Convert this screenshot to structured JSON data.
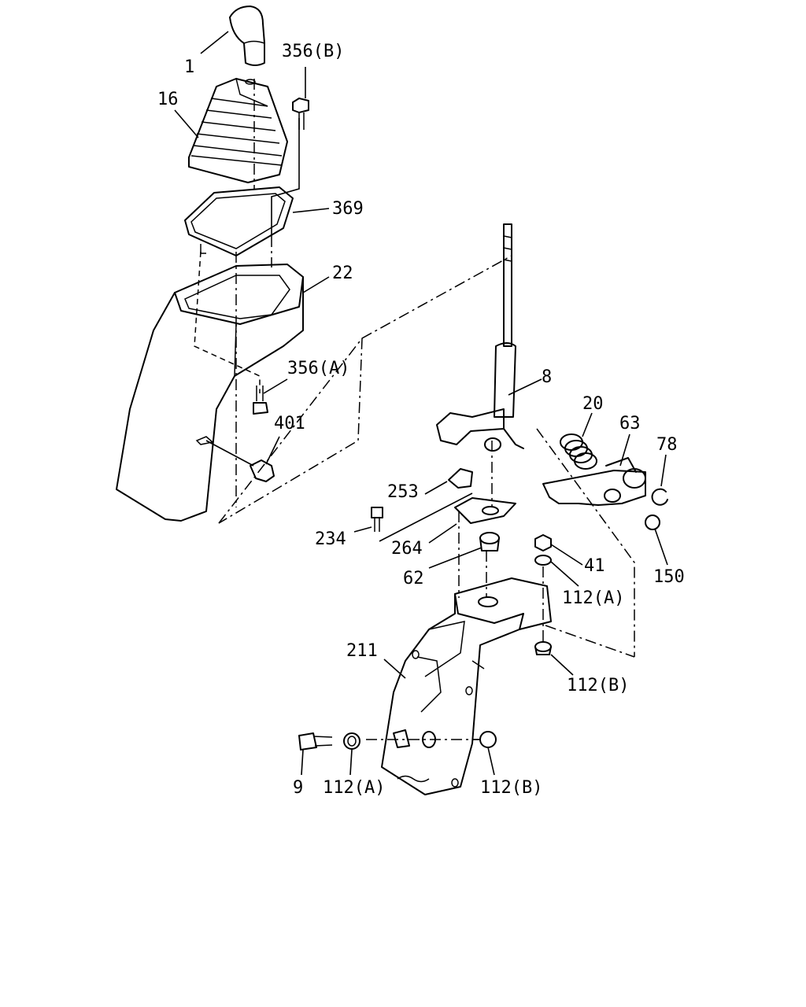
{
  "callouts": {
    "p1": "1",
    "p356b": "356(B)",
    "p16": "16",
    "p369": "369",
    "p22": "22",
    "p356a": "356(A)",
    "p401": "401",
    "p8": "8",
    "p20": "20",
    "p63": "63",
    "p78": "78",
    "p253": "253",
    "p234": "234",
    "p264": "264",
    "p62": "62",
    "p41": "41",
    "p112a_upper": "112(A)",
    "p150": "150",
    "p211": "211",
    "p112b_upper": "112(B)",
    "p9": "9",
    "p112a_lower": "112(A)",
    "p112b_lower": "112(B)"
  }
}
